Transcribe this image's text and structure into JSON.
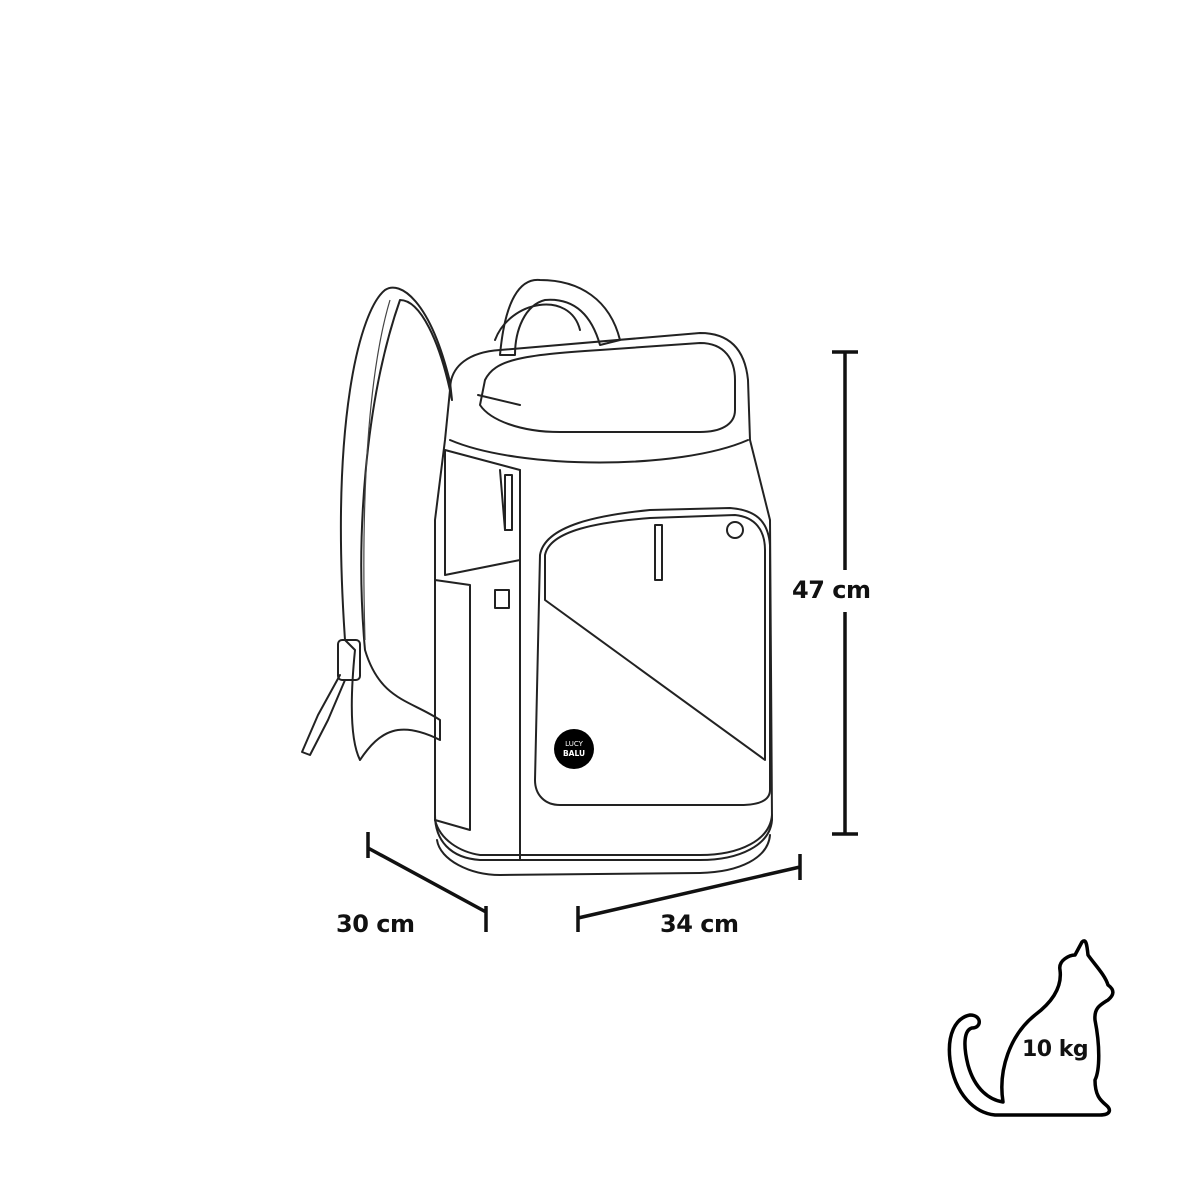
{
  "dimensions": {
    "height": "47 cm",
    "depth": "30 cm",
    "width": "34 cm"
  },
  "load_capacity": "10 kg",
  "brand_logo": {
    "line1": "LUCY",
    "line2": "BALU"
  },
  "colors": {
    "line": "#222222",
    "background": "#ffffff",
    "logo_fill": "#000000"
  }
}
